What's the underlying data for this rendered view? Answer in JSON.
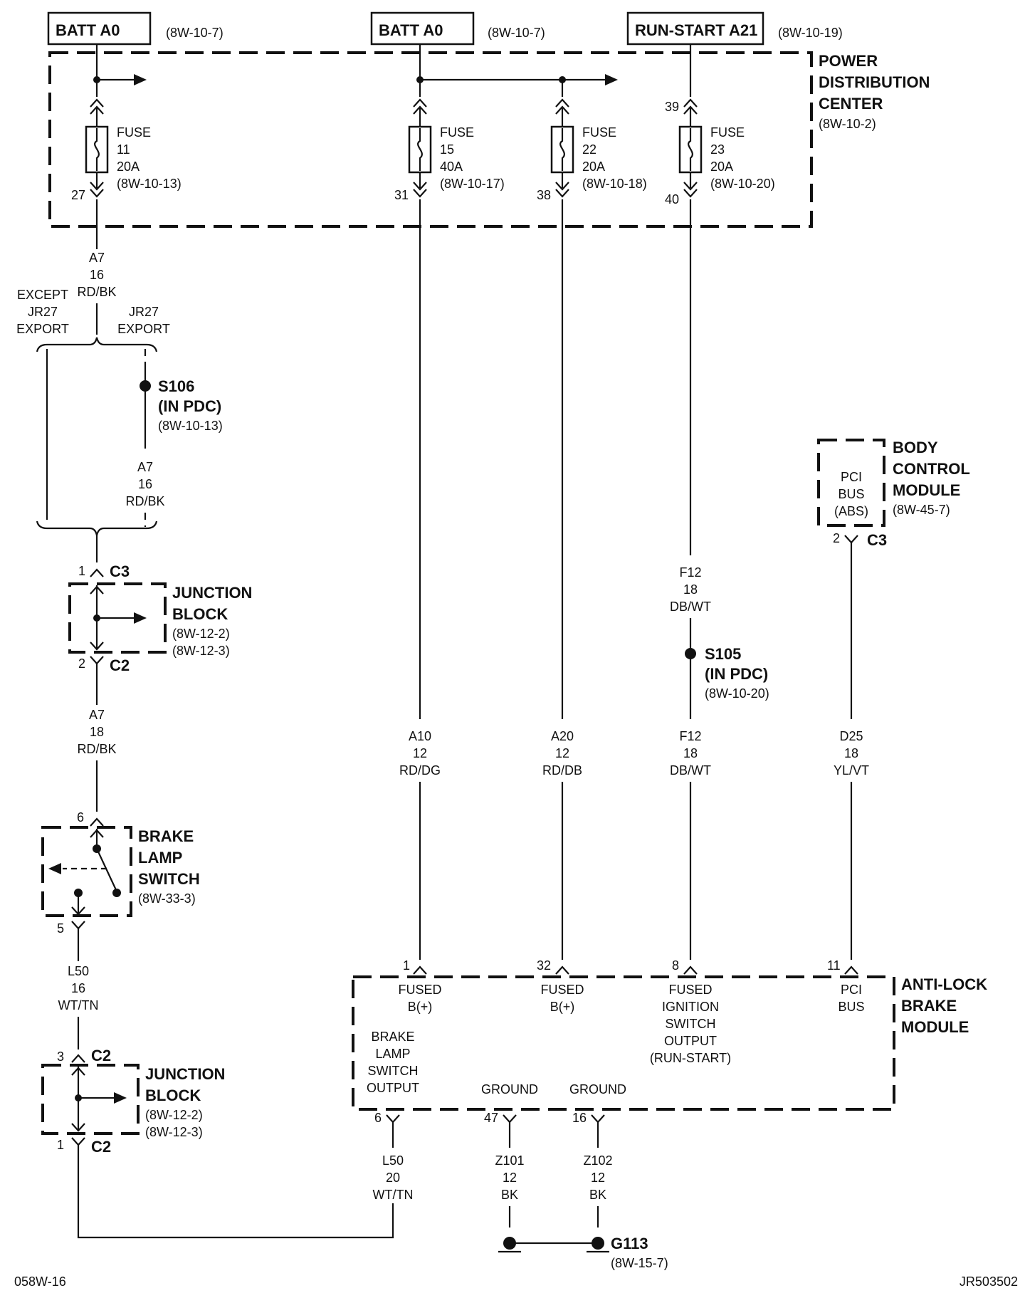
{
  "labels": {
    "batt_a0_left": "BATT A0",
    "batt_a0_left_ref": "(8W-10-7)",
    "batt_a0_mid": "BATT A0",
    "batt_a0_mid_ref": "(8W-10-7)",
    "run_start": "RUN-START A21",
    "run_start_ref": "(8W-10-19)",
    "pdc": [
      "POWER",
      "DISTRIBUTION",
      "CENTER"
    ],
    "pdc_ref": "(8W-10-2)",
    "fuse11": {
      "pin_in": "",
      "pin_out": "27",
      "lines": [
        "FUSE",
        "11",
        "20A",
        "(8W-10-13)"
      ]
    },
    "fuse15": {
      "pin_in": "",
      "pin_out": "31",
      "lines": [
        "FUSE",
        "15",
        "40A",
        "(8W-10-17)"
      ]
    },
    "fuse22": {
      "pin_in": "",
      "pin_out": "38",
      "lines": [
        "FUSE",
        "22",
        "20A",
        "(8W-10-18)"
      ]
    },
    "fuse23": {
      "pin_in": "39",
      "pin_out": "40",
      "lines": [
        "FUSE",
        "23",
        "20A",
        "(8W-10-20)"
      ]
    },
    "wire_a7_top": [
      "A7",
      "16",
      "RD/BK"
    ],
    "except_jr27": [
      "EXCEPT",
      "JR27",
      "EXPORT"
    ],
    "jr27_export": [
      "JR27",
      "EXPORT"
    ],
    "s106": [
      "S106",
      "(IN PDC)"
    ],
    "s106_ref": "(8W-10-13)",
    "wire_a7_mid": [
      "A7",
      "16",
      "RD/BK"
    ],
    "jb1": {
      "pin_top": "1",
      "conn_top": "C3",
      "pin_bot": "2",
      "conn_bot": "C2",
      "name": [
        "JUNCTION",
        "BLOCK"
      ],
      "refs": [
        "(8W-12-2)",
        "(8W-12-3)"
      ]
    },
    "wire_a7_bot": [
      "A7",
      "18",
      "RD/BK"
    ],
    "bls": {
      "pin_top": "6",
      "pin_bot": "5",
      "name": [
        "BRAKE",
        "LAMP",
        "SWITCH"
      ],
      "ref": "(8W-33-3)"
    },
    "wire_l50_16": [
      "L50",
      "16",
      "WT/TN"
    ],
    "jb2": {
      "pin_top": "3",
      "conn_top": "C2",
      "pin_bot": "1",
      "conn_bot": "C2",
      "name": [
        "JUNCTION",
        "BLOCK"
      ],
      "refs": [
        "(8W-12-2)",
        "(8W-12-3)"
      ]
    },
    "wire_f12_top": [
      "F12",
      "18",
      "DB/WT"
    ],
    "s105": [
      "S105",
      "(IN PDC)"
    ],
    "s105_ref": "(8W-10-20)",
    "wire_a10": [
      "A10",
      "12",
      "RD/DG"
    ],
    "wire_a20": [
      "A20",
      "12",
      "RD/DB"
    ],
    "wire_f12_bot": [
      "F12",
      "18",
      "DB/WT"
    ],
    "wire_d25": [
      "D25",
      "18",
      "YL/VT"
    ],
    "bcm": {
      "name": [
        "BODY",
        "CONTROL",
        "MODULE"
      ],
      "ref": "(8W-45-7)",
      "inner": [
        "PCI",
        "BUS",
        "(ABS)"
      ],
      "pin": "2",
      "conn": "C3"
    },
    "abm": {
      "name": [
        "ANTI-LOCK",
        "BRAKE",
        "MODULE"
      ],
      "pins_top": [
        {
          "pin": "1",
          "lines": [
            "FUSED",
            "B(+)"
          ]
        },
        {
          "pin": "32",
          "lines": [
            "FUSED",
            "B(+)"
          ]
        },
        {
          "pin": "8",
          "lines": [
            "FUSED",
            "IGNITION",
            "SWITCH",
            "OUTPUT",
            "(RUN-START)"
          ]
        },
        {
          "pin": "11",
          "lines": [
            "PCI",
            "BUS"
          ]
        }
      ],
      "pins_bot": [
        {
          "pin": "6",
          "lines": [
            "BRAKE",
            "LAMP",
            "SWITCH",
            "OUTPUT"
          ]
        },
        {
          "pin": "47",
          "lines": [
            "GROUND"
          ]
        },
        {
          "pin": "16",
          "lines": [
            "GROUND"
          ]
        }
      ]
    },
    "wire_l50_20": [
      "L50",
      "20",
      "WT/TN"
    ],
    "wire_z101": [
      "Z101",
      "12",
      "BK"
    ],
    "wire_z102": [
      "Z102",
      "12",
      "BK"
    ],
    "g113": "G113",
    "g113_ref": "(8W-15-7)",
    "footer_left": "058W-16",
    "footer_right": "JR503502"
  }
}
